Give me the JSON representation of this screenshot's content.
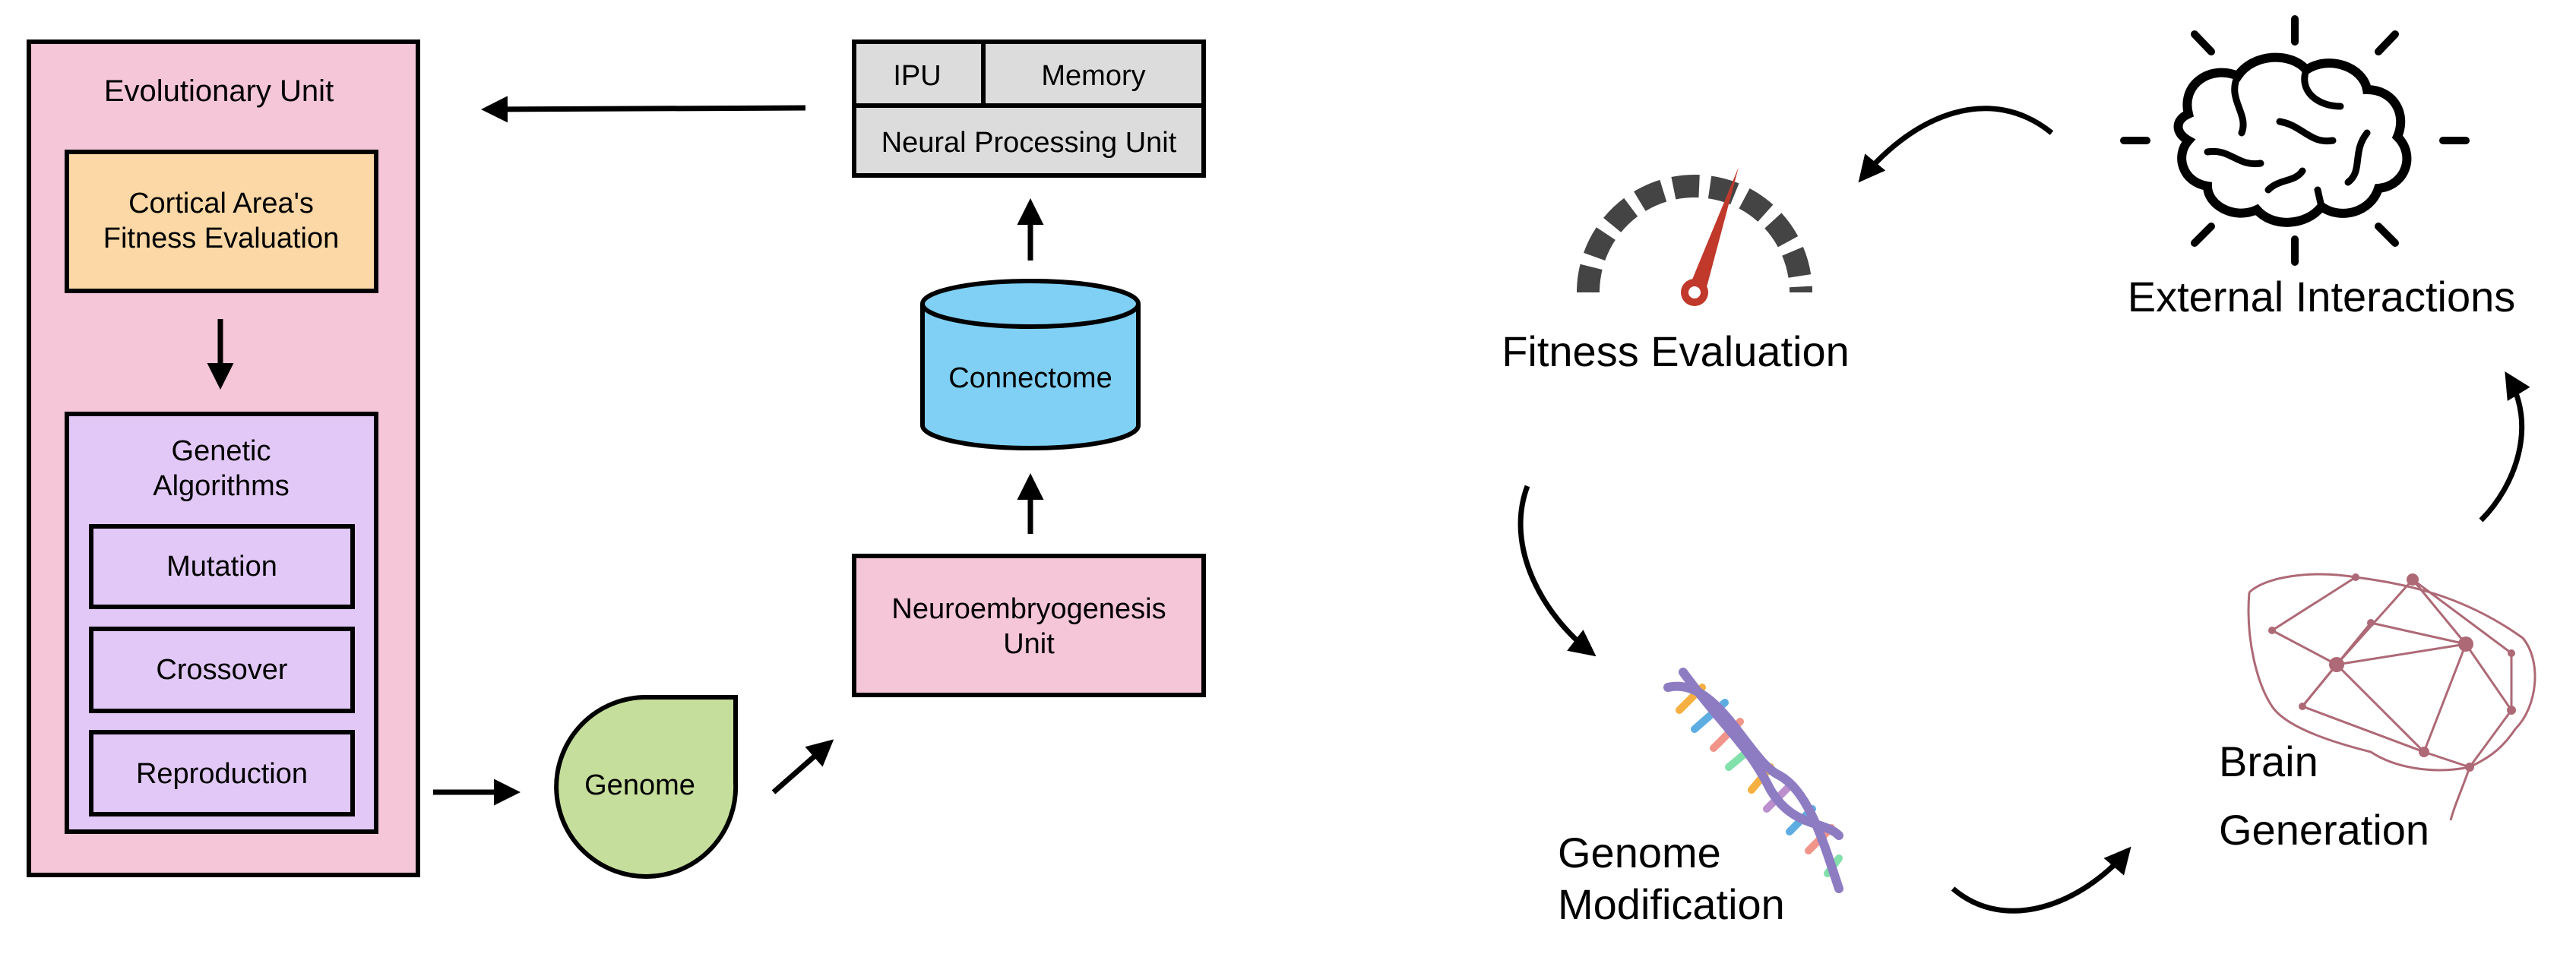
{
  "left_diagram": {
    "evolutionary_unit": {
      "title": "Evolutionary Unit"
    },
    "cortical_fitness": {
      "line1": "Cortical Area's",
      "line2": "Fitness Evaluation"
    },
    "genetic_algorithms": {
      "line1": "Genetic",
      "line2": "Algorithms",
      "items": [
        "Mutation",
        "Crossover",
        "Reproduction"
      ]
    },
    "genome": "Genome",
    "neuroembryogenesis": {
      "line1": "Neuroembryogenesis",
      "line2": "Unit"
    },
    "connectome": "Connectome",
    "npu": {
      "ipu": "IPU",
      "memory": "Memory",
      "title": "Neural Processing Unit"
    }
  },
  "right_diagram": {
    "fitness": "Fitness Evaluation",
    "external": "External Interactions",
    "genome_mod": {
      "line1": "Genome",
      "line2": "Modification"
    },
    "brain_gen": {
      "line1": "Brain",
      "line2": "Generation"
    }
  },
  "colors": {
    "pink": "#f5c5d8",
    "orange": "#fbd8a6",
    "purple": "#e2c8f6",
    "green": "#c5de9b",
    "blue": "#7fd0f4",
    "gray": "#dcdcdc",
    "gauge_needle": "#c0392b",
    "gauge_dark": "#444444",
    "brain_net": "#a0505f"
  }
}
